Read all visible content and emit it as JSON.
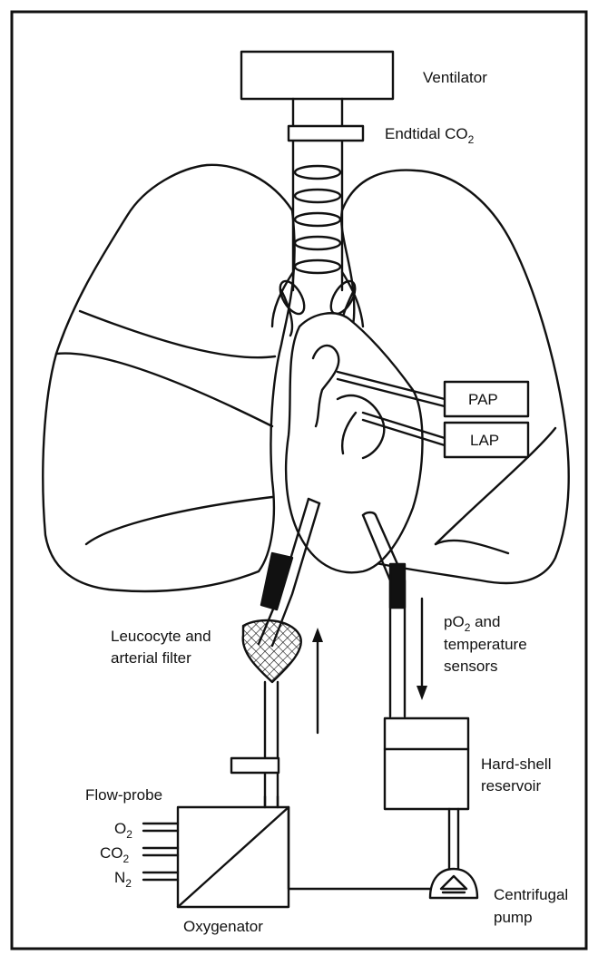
{
  "labels": {
    "ventilator": "Ventilator",
    "endtidal_prefix": "Endtidal CO",
    "endtidal_sub": "2",
    "pap": "PAP",
    "lap": "LAP",
    "leucocyte_line1": "Leucocyte and",
    "leucocyte_line2": "arterial filter",
    "po2_prefix": "pO",
    "po2_sub": "2",
    "po2_suffix": " and",
    "temperature_line": "temperature",
    "sensors_line": "sensors",
    "hardshell_line1": "Hard-shell",
    "hardshell_line2": "reservoir",
    "flowprobe": "Flow-probe",
    "gas_o2": "O",
    "gas_o2_sub": "2",
    "gas_co2": "CO",
    "gas_co2_sub": "2",
    "gas_n2": "N",
    "gas_n2_sub": "2",
    "oxygenator": "Oxygenator",
    "centrifugal_line1": "Centrifugal",
    "centrifugal_line2": "pump"
  },
  "colors": {
    "stroke": "#111111",
    "background": "#ffffff",
    "frame": "#111111"
  }
}
